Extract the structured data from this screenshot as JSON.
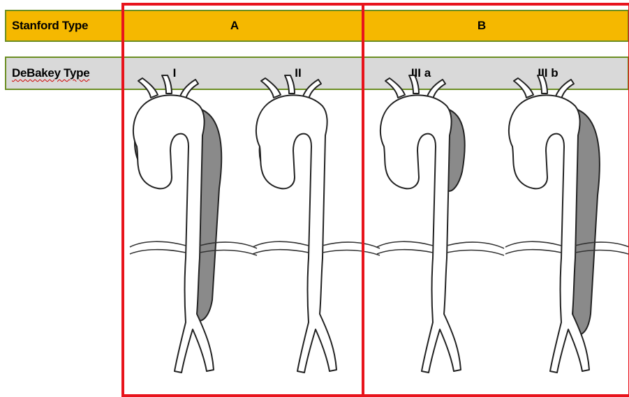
{
  "stanford": {
    "title": "Stanford Type",
    "a": "A",
    "b": "B"
  },
  "debakey": {
    "title": "DeBakey Type",
    "i": "I",
    "ii": "II",
    "iiia": "III a",
    "iiib": "III b"
  },
  "colors": {
    "stanford_bar": "#f5b800",
    "debakey_bar": "#d9d9d9",
    "bar_border": "#6b8e23",
    "group_frame": "#e8141c",
    "false_lumen": "#8a8a8a"
  }
}
